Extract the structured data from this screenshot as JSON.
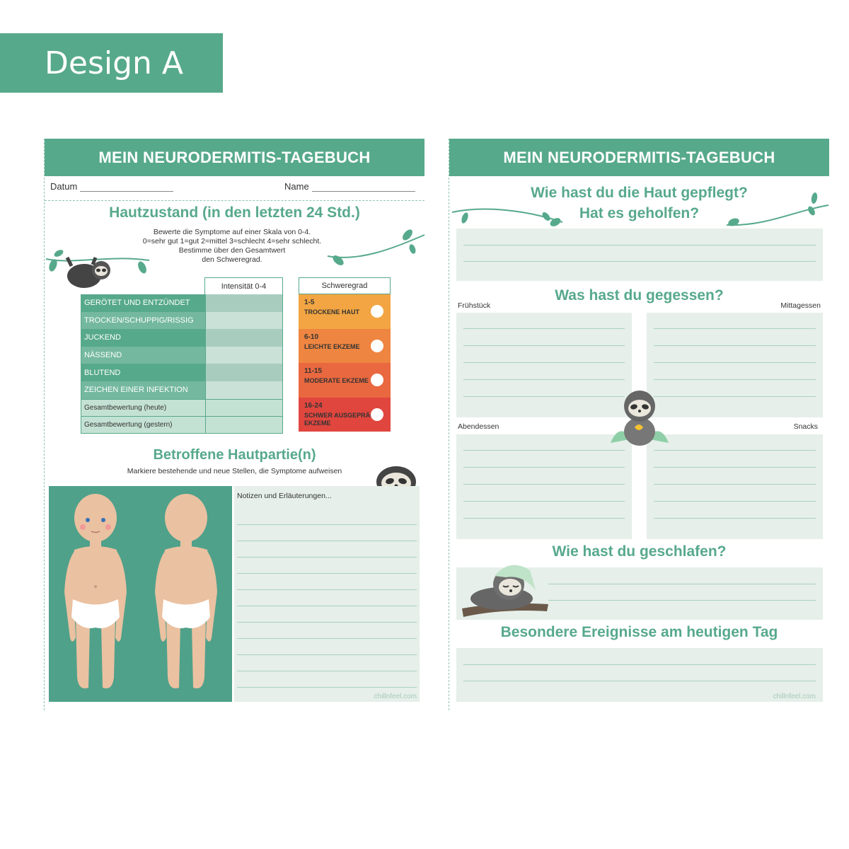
{
  "design_label": "Design A",
  "left_page": {
    "title": "MEIN NEURODERMITIS-TAGEBUCH",
    "date_label": "Datum",
    "name_label": "Name",
    "section_skin": "Hautzustand (in den letzten 24 Std.)",
    "instructions": [
      "Bewerte die Symptome auf einer Skala von 0-4.",
      "0=sehr gut 1=gut 2=mittel 3=schlecht 4=sehr schlecht.",
      "Bestimme über den Gesamtwert",
      "den Schweregrad."
    ],
    "intensity_header": "Intensität 0-4",
    "symptoms": [
      "GERÖTET UND ENTZÜNDET",
      "TROCKEN/SCHUPPIG/RISSIG",
      "JUCKEND",
      "NÄSSEND",
      "BLUTEND",
      "ZEICHEN EINER INFEKTION"
    ],
    "totals": [
      "Gesamtbewertung (heute)",
      "Gesamtbewertung (gestern)"
    ],
    "severity_header": "Schweregrad",
    "severity": [
      {
        "range": "1-5",
        "label": "TROCKENE HAUT",
        "color": "#f2a542"
      },
      {
        "range": "6-10",
        "label": "LEICHTE EKZEME",
        "color": "#ee8541"
      },
      {
        "range": "11-15",
        "label": "MODERATE EKZEME",
        "color": "#e9683f"
      },
      {
        "range": "16-24",
        "label": "SCHWER AUSGEPRÄGTE EKZEME",
        "color": "#e0463e"
      }
    ],
    "section_area": "Betroffene Hautpartie(n)",
    "mark_note": "Markiere bestehende und neue Stellen, die Symptome aufweisen",
    "notes_title": "Notizen und Erläuterungen...",
    "brand": "chillnfeel.com"
  },
  "right_page": {
    "title": "MEIN NEURODERMITIS-TAGEBUCH",
    "q_care": [
      "Wie hast du die Haut gepflegt?",
      "Hat es geholfen?"
    ],
    "q_food": "Was hast du gegessen?",
    "meals": {
      "breakfast": "Frühstück",
      "lunch": "Mittagessen",
      "dinner": "Abendessen",
      "snacks": "Snacks"
    },
    "q_sleep": "Wie hast du geschlafen?",
    "q_events": "Besondere Ereignisse am heutigen Tag",
    "brand": "chillnfeel.com"
  },
  "colors": {
    "accent": "#57a98c",
    "panel": "#e6efe9",
    "body_bg": "#4fa18a"
  }
}
